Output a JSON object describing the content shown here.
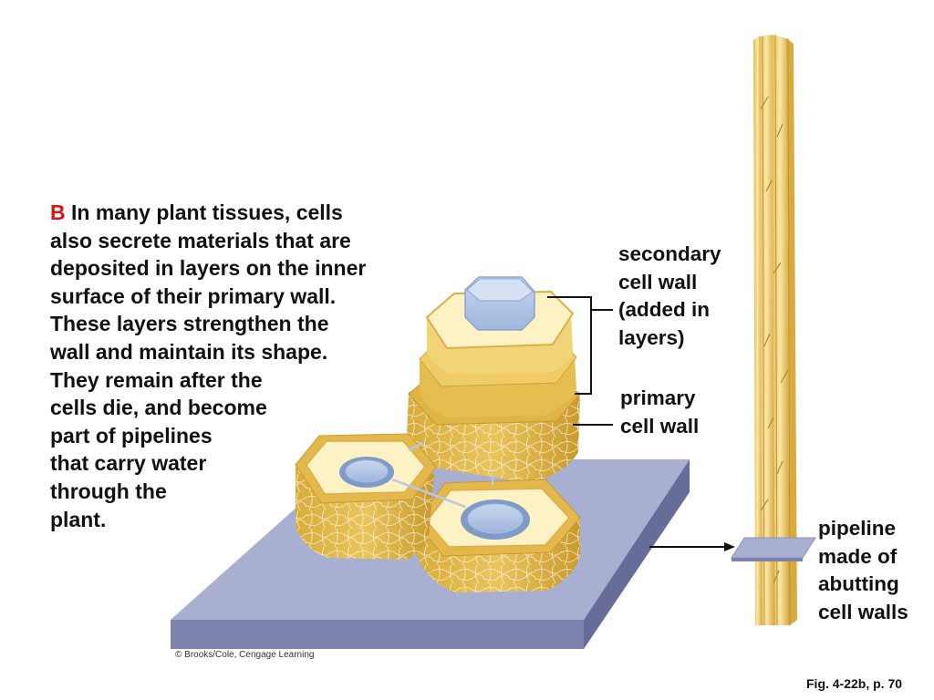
{
  "caption": {
    "marker": "B",
    "first_line": "In many plant tissues, cells",
    "lines": [
      "also secrete materials that are",
      "deposited in layers on the inner",
      "surface of their primary wall.",
      "These layers strengthen the",
      "wall and maintain its shape.",
      "They remain after the",
      "cells die, and become",
      "part of pipelines",
      "that carry water",
      "through the",
      "plant."
    ]
  },
  "labels": {
    "secondary_wall": [
      "secondary",
      "cell wall",
      "(added in",
      "layers)"
    ],
    "primary_wall": [
      "primary",
      "cell wall"
    ],
    "pipeline": [
      "pipeline",
      "made of",
      "abutting",
      "cell walls"
    ]
  },
  "credit": "© Brooks/Cole, Cengage Learning",
  "figure_ref": "Fig. 4-22b, p. 70",
  "colors": {
    "cell_wall_gold": "#e8c55a",
    "cell_wall_light": "#fff6c8",
    "cytoplasm_blue": "#b8cce8",
    "base_plate": "#a8aed0",
    "marker_red": "#e01010"
  }
}
